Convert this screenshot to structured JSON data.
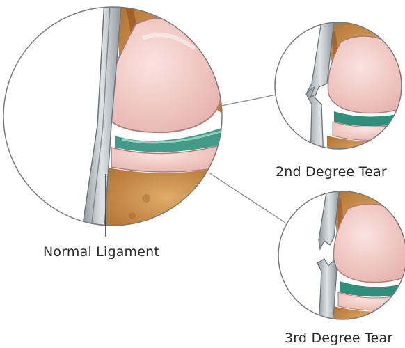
{
  "labels": {
    "normal": "Normal Ligament",
    "second_degree": "2nd Degree Tear",
    "third_degree": "3rd Degree Tear"
  },
  "colors": {
    "bone": "#c98f4d",
    "bone_dark": "#9a5a26",
    "cartilage": "#f0c6c2",
    "meniscus": "#2f8f7a",
    "ligament": "#b9bec2",
    "outline": "#7a7a7a"
  }
}
